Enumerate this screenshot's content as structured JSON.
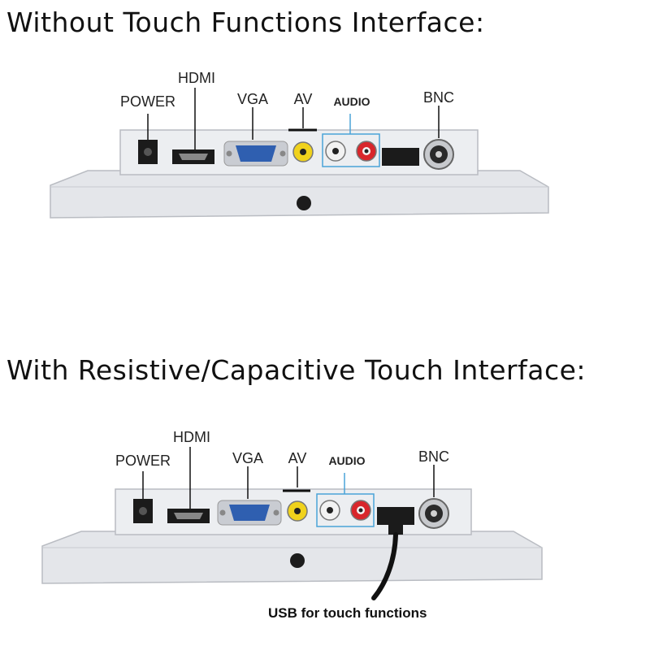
{
  "panels": [
    {
      "title": "Without Touch Functions Interface:",
      "labels": {
        "power": "POWER",
        "hdmi": "HDMI",
        "vga": "VGA",
        "av": "AV",
        "audio": "AUDIO",
        "bnc": "BNC"
      }
    },
    {
      "title": "With Resistive/Capacitive Touch Interface:",
      "labels": {
        "power": "POWER",
        "hdmi": "HDMI",
        "vga": "VGA",
        "av": "AV",
        "audio": "AUDIO",
        "bnc": "BNC"
      },
      "caption": "USB for touch functions"
    }
  ],
  "colors": {
    "casing": "#e4e6ea",
    "casing_edge": "#b9bcc2",
    "audio_box": "#4aa3d8",
    "vga_blue": "#2f5fb0",
    "av_yellow": "#f0d21c",
    "audio_red": "#d8262b",
    "cable": "#111111"
  }
}
